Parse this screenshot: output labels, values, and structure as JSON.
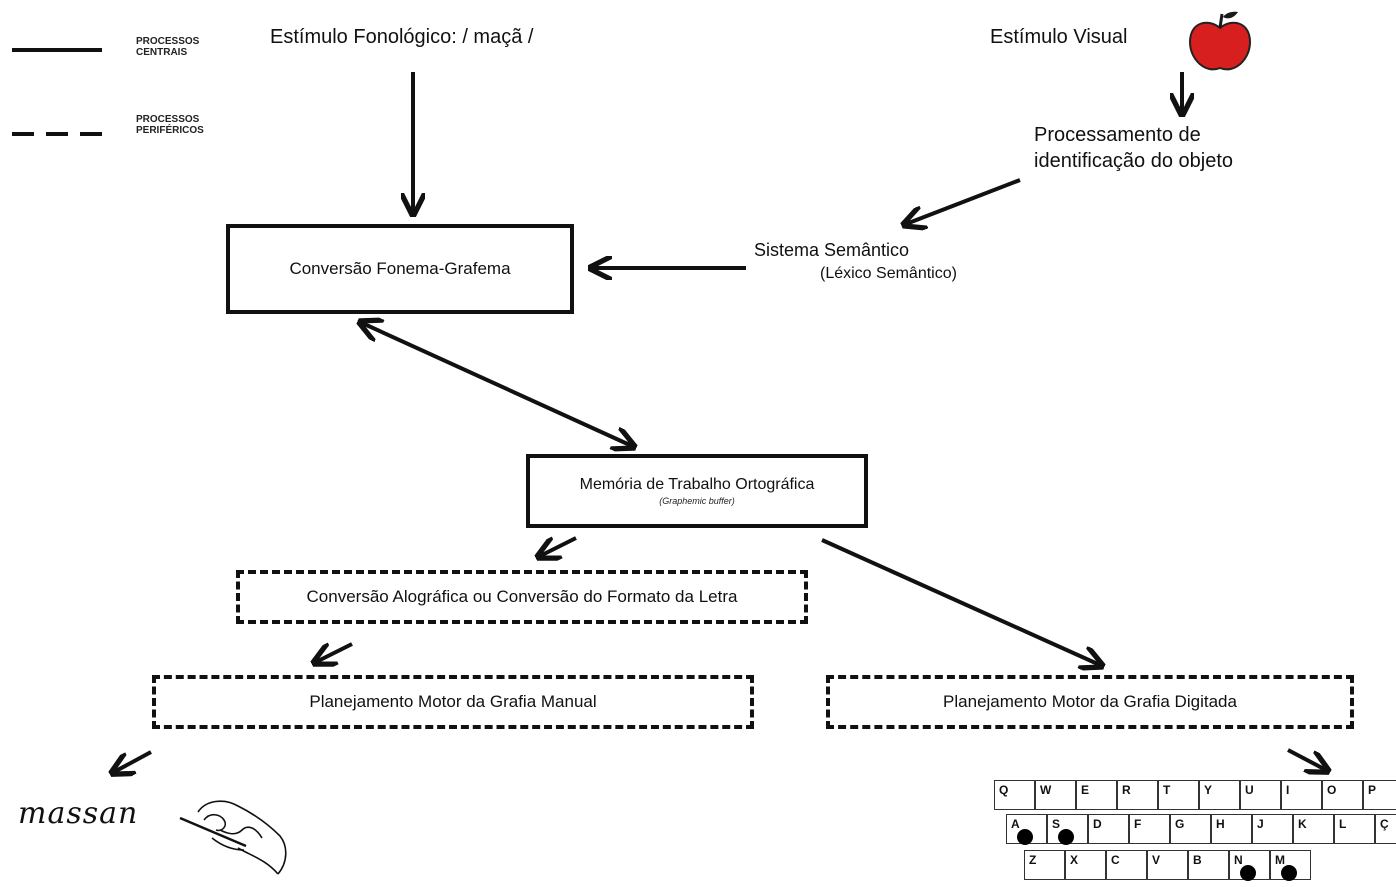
{
  "legend": {
    "central_label": "PROCESSOS\nCENTRAIS",
    "peripheral_label": "PROCESSOS\nPERIFÉRICOS"
  },
  "stimuli": {
    "phonological": "Estímulo Fonológico: / maçã /",
    "visual": "Estímulo Visual"
  },
  "object_processing": "Processamento de\nidentificação do objeto",
  "semantic_system": {
    "label": "Sistema Semântico",
    "sublabel": "(Léxico Semântico)"
  },
  "boxes": {
    "phoneme_grapheme": "Conversão Fonema-Grafema",
    "working_memory": "Memória de Trabalho Ortográfica",
    "working_memory_sub": "(Graphemic buffer)",
    "allographic": "Conversão Alográfica ou Conversão do Formato da Letra",
    "manual_motor": "Planejamento Motor da Grafia Manual",
    "typed_motor": "Planejamento Motor da Grafia Digitada"
  },
  "handwriting_output": "massan",
  "keyboard": {
    "rows": [
      [
        "Q",
        "W",
        "E",
        "R",
        "T",
        "Y",
        "U",
        "I",
        "O",
        "P"
      ],
      [
        "A",
        "S",
        "D",
        "F",
        "G",
        "H",
        "J",
        "K",
        "L",
        "Ç"
      ],
      [
        "Z",
        "X",
        "C",
        "V",
        "B",
        "N",
        "M"
      ]
    ],
    "pressed_keys": [
      "A",
      "S",
      "N",
      "M"
    ]
  },
  "colors": {
    "ink": "#111111",
    "apple_red": "#d81f1f",
    "apple_stem": "#1a1a1a"
  },
  "icons": [
    "apple-icon",
    "writing-hand-icon"
  ]
}
